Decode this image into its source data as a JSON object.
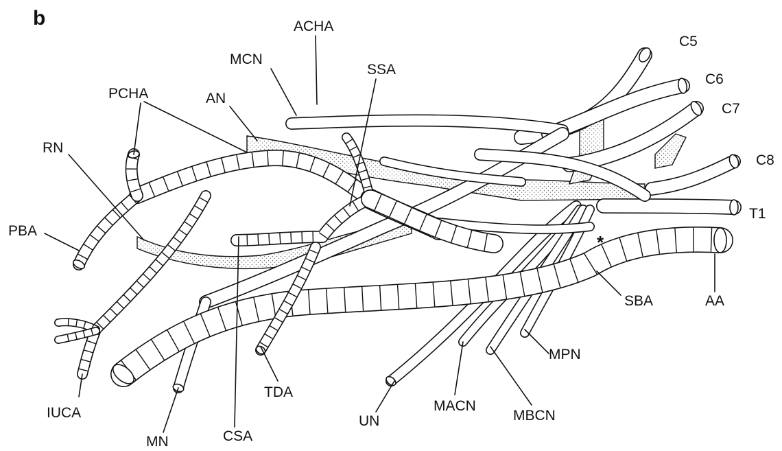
{
  "panel_label": "b",
  "colors": {
    "line": "#111111",
    "fill": "#ffffff",
    "stipple": "#9a9a9a",
    "background": "#ffffff"
  },
  "labels": {
    "ACHA": "ACHA",
    "MCN": "MCN",
    "SSA": "SSA",
    "PCHA": "PCHA",
    "AN": "AN",
    "RN": "RN",
    "PBA": "PBA",
    "IUCA": "IUCA",
    "MN": "MN",
    "CSA": "CSA",
    "TDA": "TDA",
    "UN": "UN",
    "MACN": "MACN",
    "MBCN": "MBCN",
    "MPN": "MPN",
    "SBA": "SBA",
    "AA": "AA",
    "C5": "C5",
    "C6": "C6",
    "C7": "C7",
    "C8": "C8",
    "T1": "T1"
  },
  "marker": "*"
}
